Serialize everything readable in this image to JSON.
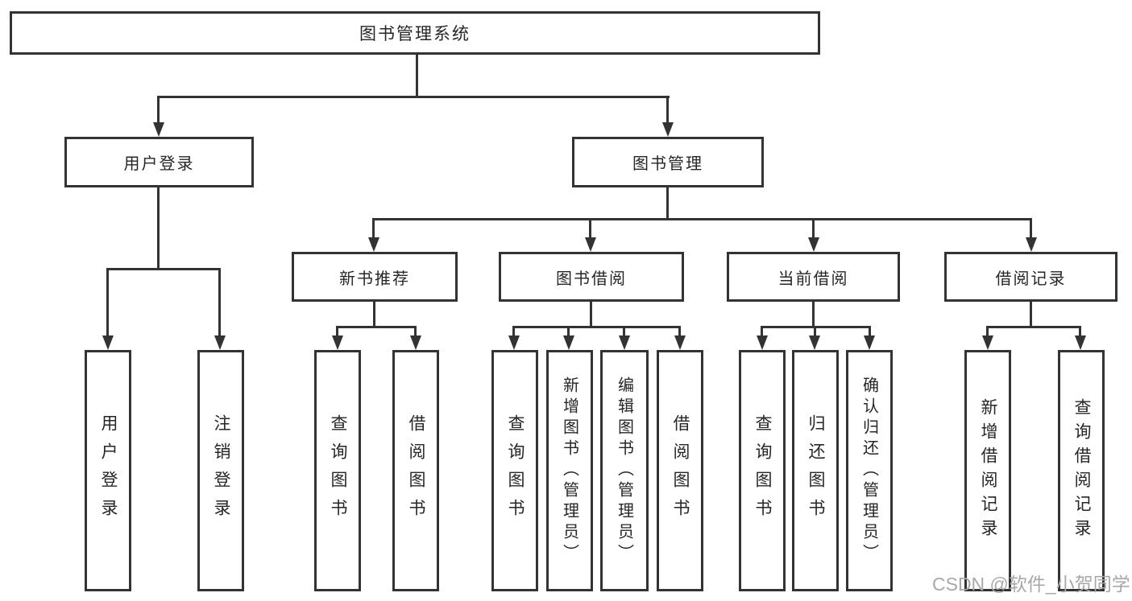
{
  "colors": {
    "line": "#333333",
    "text": "#262626",
    "bg": "#ffffff",
    "watermark": "#a8a8a8"
  },
  "watermark": {
    "text": "CSDN @软件_小贺同学"
  },
  "diagram": {
    "root": {
      "label": "图书管理系统"
    },
    "branches": [
      {
        "label": "用户登录",
        "children": [
          {
            "label": "用户登录"
          },
          {
            "label": "注销登录"
          }
        ]
      },
      {
        "label": "图书管理",
        "children": [
          {
            "label": "新书推荐",
            "children": [
              {
                "label": "查询图书"
              },
              {
                "label": "借阅图书"
              }
            ]
          },
          {
            "label": "图书借阅",
            "children": [
              {
                "label": "查询图书"
              },
              {
                "label": "新增图书（管理员）"
              },
              {
                "label": "编辑图书（管理员）"
              },
              {
                "label": "借阅图书"
              }
            ]
          },
          {
            "label": "当前借阅",
            "children": [
              {
                "label": "查询图书"
              },
              {
                "label": "归还图书"
              },
              {
                "label": "确认归还（管理员）"
              }
            ]
          },
          {
            "label": "借阅记录",
            "children": [
              {
                "label": "新增借阅记录"
              },
              {
                "label": "查询借阅记录"
              }
            ]
          }
        ]
      }
    ]
  }
}
